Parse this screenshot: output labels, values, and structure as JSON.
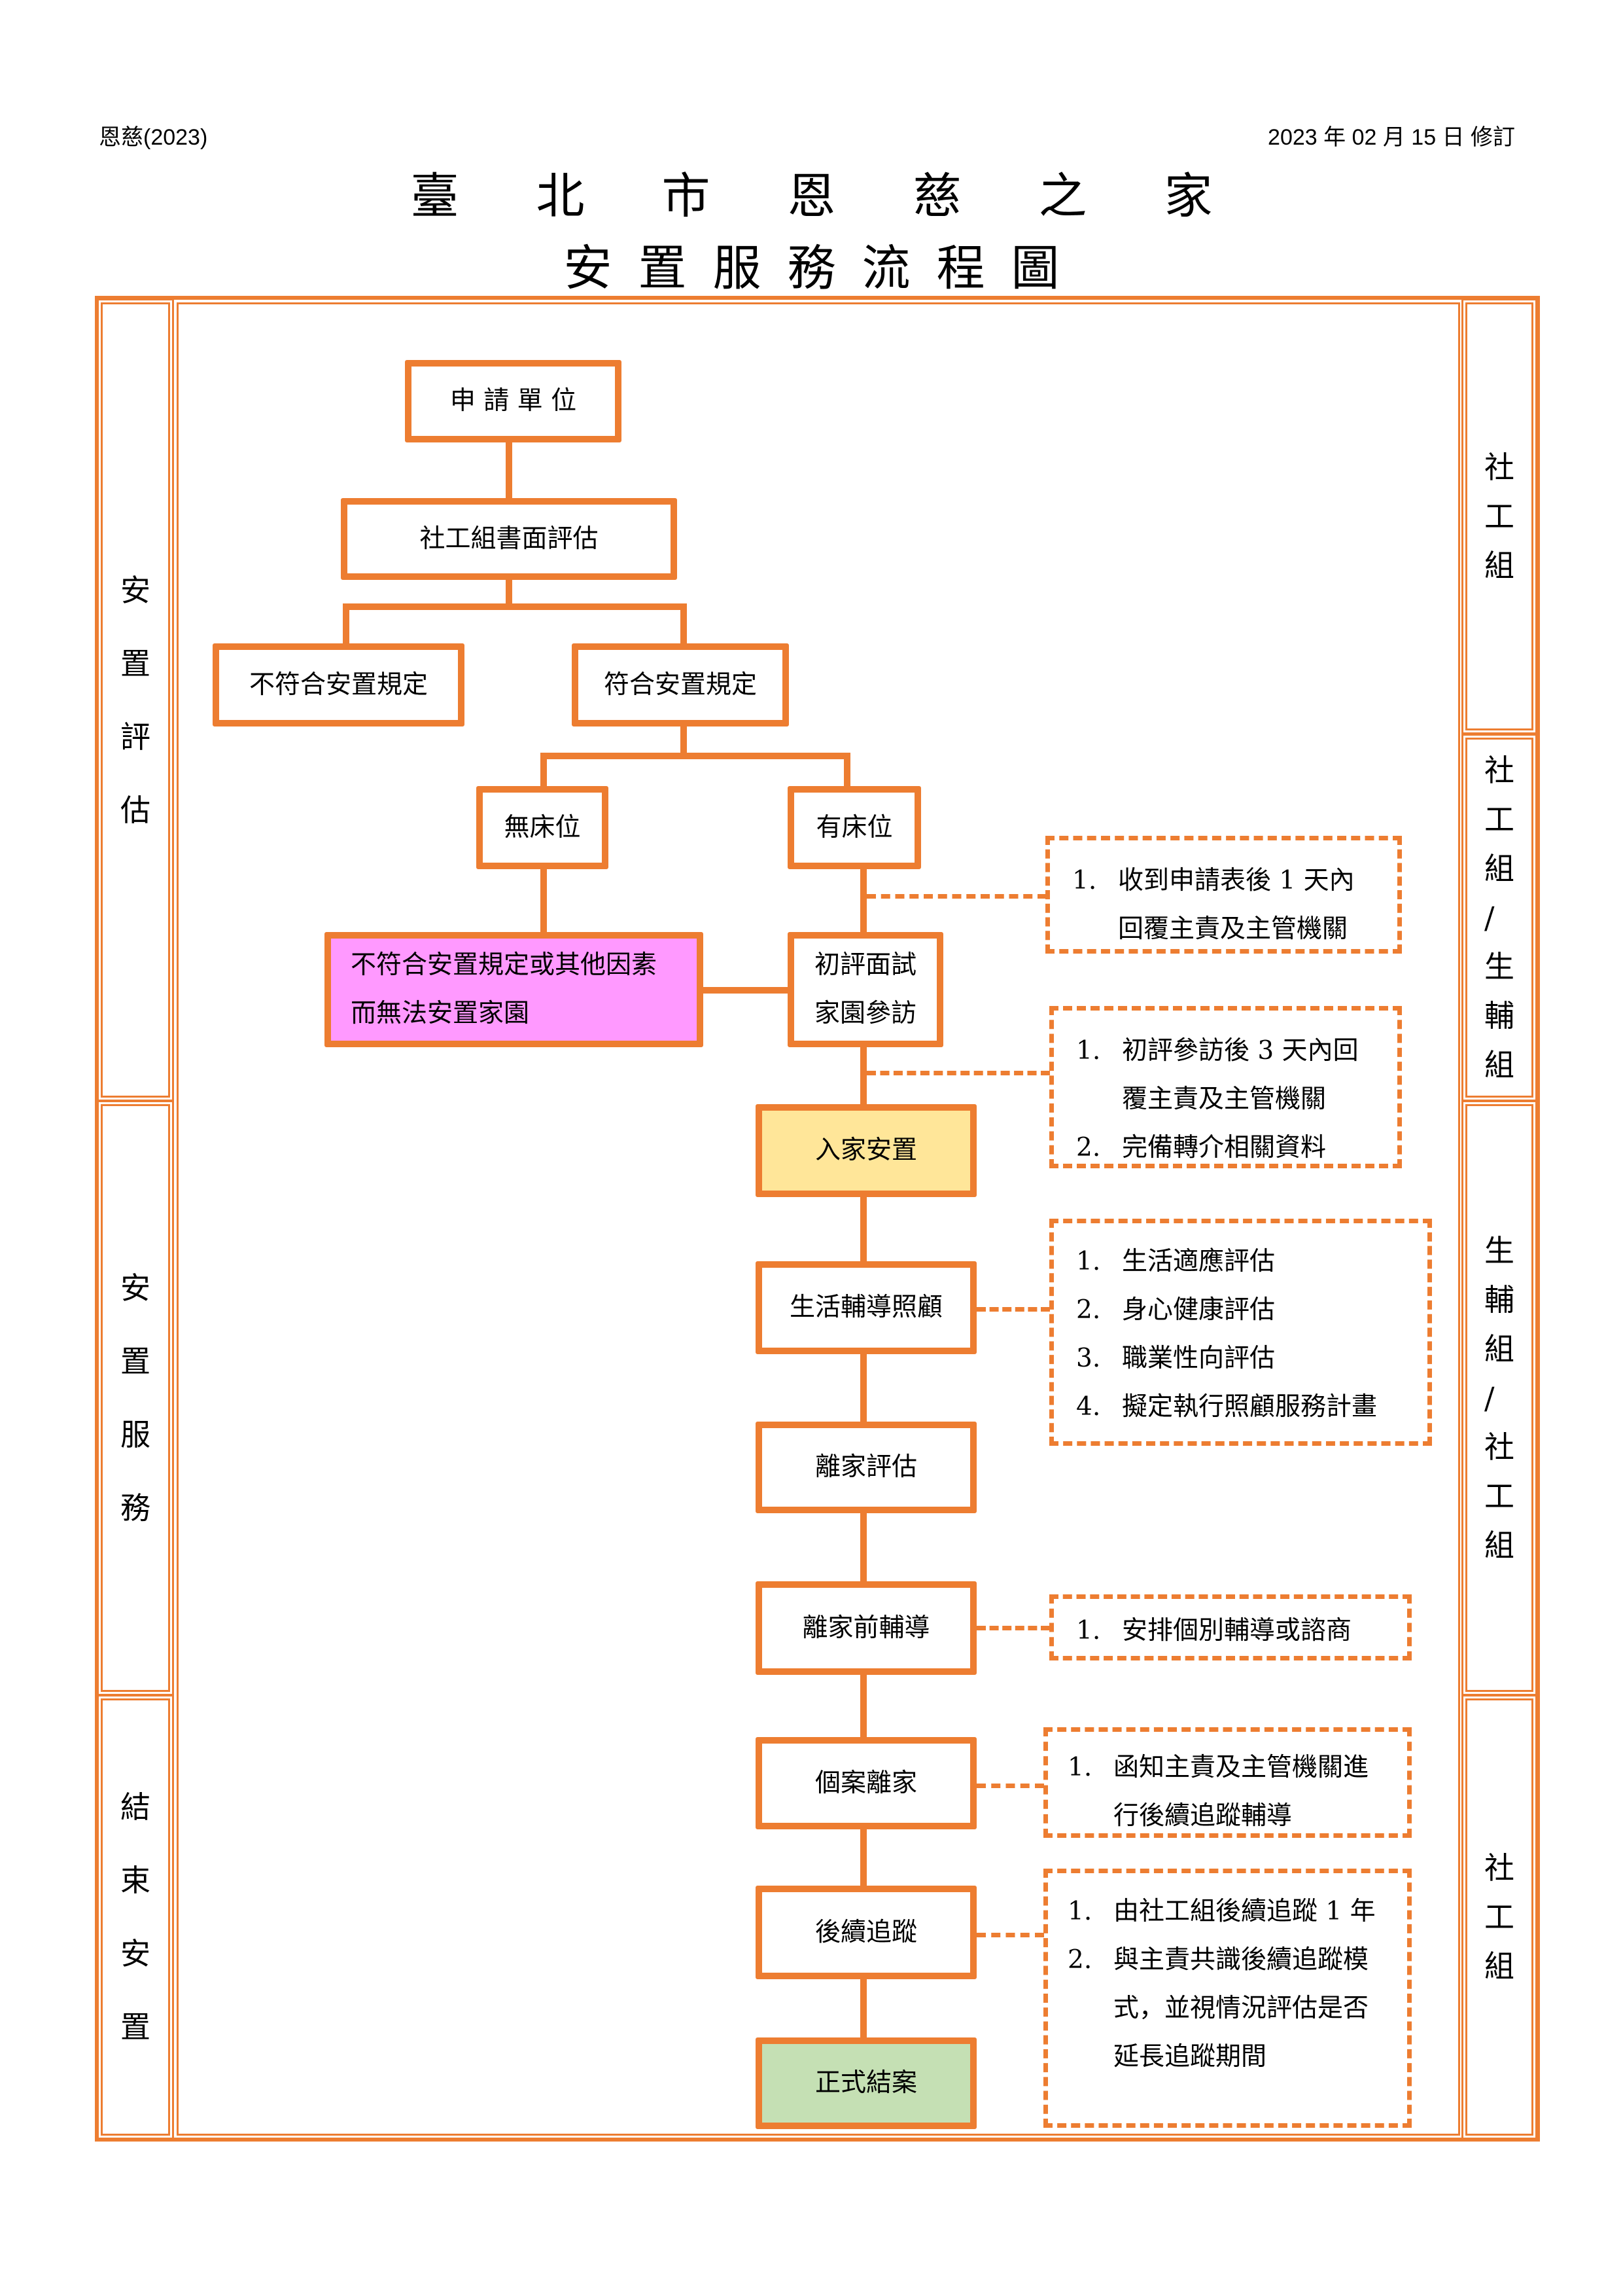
{
  "header": {
    "doc_code": "恩慈(2023)",
    "revision": "2023 年 02 月 15 日  修訂"
  },
  "title": {
    "line1": "臺北市恩慈之家",
    "line2": "安置服務流程圖"
  },
  "phases": [
    {
      "label": "安置評估"
    },
    {
      "label": "安置服務"
    },
    {
      "label": "結束安置"
    }
  ],
  "responsible": [
    {
      "label": "社工組"
    },
    {
      "label": "社工組/生輔組"
    },
    {
      "label": "生輔組/社工組"
    },
    {
      "label": "社工組"
    }
  ],
  "nodes": {
    "apply_unit": "申 請 單 位",
    "written_assessment": "社工組書面評估",
    "not_eligible": "不符合安置規定",
    "eligible": "符合安置規定",
    "no_bed": "無床位",
    "has_bed": "有床位",
    "cannot_place_line1": "不符合安置規定或其他因素",
    "cannot_place_line2": "而無法安置家園",
    "interview_line1": "初評面試",
    "interview_line2": "家園參訪",
    "admission": "入家安置",
    "life_guidance": "生活輔導照顧",
    "leave_assessment": "離家評估",
    "pre_leave_guidance": "離家前輔導",
    "case_leave": "個案離家",
    "follow_up": "後續追蹤",
    "case_closed": "正式結案"
  },
  "notes": {
    "after_has_bed": [
      {
        "num": "1.",
        "lines": [
          "收到申請表後 1 天內",
          "回覆主責及主管機關"
        ]
      }
    ],
    "after_interview": [
      {
        "num": "1.",
        "lines": [
          "初評參訪後 3 天內回",
          "覆主責及主管機關"
        ]
      },
      {
        "num": "2.",
        "lines": [
          "完備轉介相關資料"
        ]
      }
    ],
    "life_guidance": [
      {
        "num": "1.",
        "lines": [
          "生活適應評估"
        ]
      },
      {
        "num": "2.",
        "lines": [
          "身心健康評估"
        ]
      },
      {
        "num": "3.",
        "lines": [
          "職業性向評估"
        ]
      },
      {
        "num": "4.",
        "lines": [
          "擬定執行照顧服務計畫"
        ]
      }
    ],
    "pre_leave_guidance": [
      {
        "num": "1.",
        "lines": [
          "安排個別輔導或諮商"
        ]
      }
    ],
    "case_leave": [
      {
        "num": "1.",
        "lines": [
          "函知主責及主管機關進",
          "行後續追蹤輔導"
        ]
      }
    ],
    "follow_up": [
      {
        "num": "1.",
        "lines": [
          "由社工組後續追蹤 1 年"
        ]
      },
      {
        "num": "2.",
        "lines": [
          "與主責共識後續追蹤模",
          "式，並視情況評估是否",
          "延長追蹤期間"
        ]
      }
    ]
  },
  "colors": {
    "border": "#ED7D31",
    "reject_fill": "#FF99FF",
    "admission_fill": "#FFE699",
    "closed_fill": "#C5E0B4"
  }
}
